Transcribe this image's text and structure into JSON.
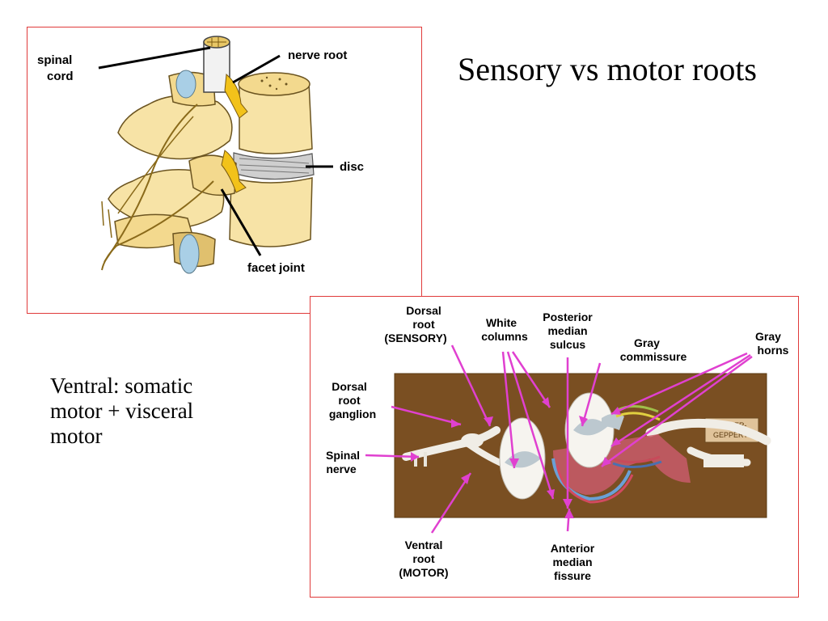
{
  "slide": {
    "title": "Sensory vs motor roots",
    "body_lines": [
      "Ventral:  somatic",
      "motor + visceral",
      "motor"
    ]
  },
  "spine_figure": {
    "labels": {
      "spinal_cord_line1": "spinal",
      "spinal_cord_line2": "cord",
      "nerve_root": "nerve root",
      "disc": "disc",
      "facet_joint": "facet joint"
    }
  },
  "cord_figure": {
    "labels": {
      "dorsal_root": [
        "Dorsal",
        "root",
        "(SENSORY)"
      ],
      "white_columns": [
        "White",
        "columns"
      ],
      "posterior_median_sulcus": [
        "Posterior",
        "median",
        "sulcus"
      ],
      "gray_commissure": [
        "Gray",
        "commissure"
      ],
      "gray_horns": [
        "Gray",
        "horns"
      ],
      "dorsal_root_ganglion": [
        "Dorsal",
        "root",
        "ganglion"
      ],
      "spinal_nerve": [
        "Spinal",
        "nerve"
      ],
      "ventral_root": [
        "Ventral",
        "root",
        "(MOTOR)"
      ],
      "anterior_median_fissure": [
        "Anterior",
        "median",
        "fissure"
      ]
    },
    "model_plate_text": [
      "DENOYER-",
      "GEPPERT"
    ]
  },
  "colors": {
    "panel_border": "#e03a3a",
    "pointer": "#e040d0",
    "bone": "#f7e3a6",
    "bone_shade": "#e0c06e",
    "cartilage": "#a9cfe6",
    "nerve": "#f2c21a",
    "model_background": "#7a4f22"
  }
}
